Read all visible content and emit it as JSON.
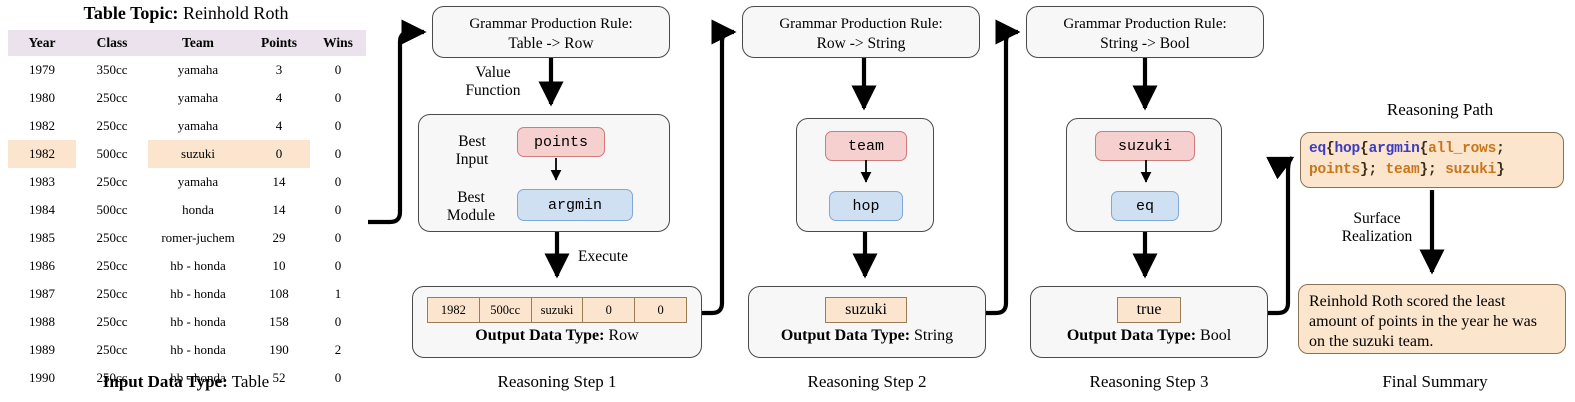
{
  "table_panel": {
    "topic_label": "Table Topic:",
    "topic_value": "Reinhold Roth",
    "columns": [
      "Year",
      "Class",
      "Team",
      "Points",
      "Wins"
    ],
    "rows": [
      {
        "year": "1979",
        "class": "350cc",
        "team": "yamaha",
        "points": "3",
        "wins": "0",
        "highlight": false
      },
      {
        "year": "1980",
        "class": "250cc",
        "team": "yamaha",
        "points": "4",
        "wins": "0",
        "highlight": false
      },
      {
        "year": "1982",
        "class": "250cc",
        "team": "yamaha",
        "points": "4",
        "wins": "0",
        "highlight": false
      },
      {
        "year": "1982",
        "class": "500cc",
        "team": "suzuki",
        "points": "0",
        "wins": "0",
        "highlight": true
      },
      {
        "year": "1983",
        "class": "250cc",
        "team": "yamaha",
        "points": "14",
        "wins": "0",
        "highlight": false
      },
      {
        "year": "1984",
        "class": "500cc",
        "team": "honda",
        "points": "14",
        "wins": "0",
        "highlight": false
      },
      {
        "year": "1985",
        "class": "250cc",
        "team": "romer-juchem",
        "points": "29",
        "wins": "0",
        "highlight": false
      },
      {
        "year": "1986",
        "class": "250cc",
        "team": "hb - honda",
        "points": "10",
        "wins": "0",
        "highlight": false
      },
      {
        "year": "1987",
        "class": "250cc",
        "team": "hb - honda",
        "points": "108",
        "wins": "1",
        "highlight": false
      },
      {
        "year": "1988",
        "class": "250cc",
        "team": "hb - honda",
        "points": "158",
        "wins": "0",
        "highlight": false
      },
      {
        "year": "1989",
        "class": "250cc",
        "team": "hb - honda",
        "points": "190",
        "wins": "2",
        "highlight": false
      },
      {
        "year": "1990",
        "class": "250cc",
        "team": "hb - honda",
        "points": "52",
        "wins": "0",
        "highlight": false
      }
    ],
    "input_type_label": "Input Data Type:",
    "input_type_value": "Table"
  },
  "step1": {
    "rule_title": "Grammar Production Rule:",
    "rule_body": "Table -> Row",
    "edge_label_1": "Value",
    "edge_label_2": "Function",
    "best_input_label_1": "Best",
    "best_input_label_2": "Input",
    "best_input_value": "points",
    "best_module_label_1": "Best",
    "best_module_label_2": "Module",
    "best_module_value": "argmin",
    "execute_label": "Execute",
    "output_cells": [
      "1982",
      "500cc",
      "suzuki",
      "0",
      "0"
    ],
    "output_type_label": "Output Data Type:",
    "output_type_value": "Row",
    "caption": "Reasoning Step 1"
  },
  "step2": {
    "rule_title": "Grammar Production Rule:",
    "rule_body": "Row -> String",
    "best_input_value": "team",
    "best_module_value": "hop",
    "output_value": "suzuki",
    "output_type_label": "Output Data Type:",
    "output_type_value": "String",
    "caption": "Reasoning Step 2"
  },
  "step3": {
    "rule_title": "Grammar Production Rule:",
    "rule_body": "String -> Bool",
    "best_input_value": "suzuki",
    "best_module_value": "eq",
    "output_value": "true",
    "output_type_label": "Output Data Type:",
    "output_type_value": "Bool",
    "caption": "Reasoning Step 3"
  },
  "final": {
    "path_title": "Reasoning Path",
    "path_tokens": [
      {
        "t": "eq",
        "c": "fn"
      },
      {
        "t": "{",
        "c": "pn"
      },
      {
        "t": "hop",
        "c": "fn"
      },
      {
        "t": "{",
        "c": "pn"
      },
      {
        "t": "argmin",
        "c": "fn"
      },
      {
        "t": "{",
        "c": "pn"
      },
      {
        "t": "all_rows",
        "c": "arg"
      },
      {
        "t": ";",
        "c": "pn"
      },
      {
        "t": " points",
        "c": "arg"
      },
      {
        "t": "};",
        "c": "pn"
      },
      {
        "t": " team",
        "c": "arg"
      },
      {
        "t": "};",
        "c": "pn"
      },
      {
        "t": " suzuki",
        "c": "arg"
      },
      {
        "t": "}",
        "c": "pn"
      }
    ],
    "path_line1": "eq{hop{argmin{all_rows;",
    "path_line2": "points}; team}; suzuki}",
    "surface_label_1": "Surface",
    "surface_label_2": "Realization",
    "summary_text": "Reinhold Roth scored the least amount of points in the year he was on the suzuki team.",
    "caption": "Final Summary"
  },
  "colors": {
    "table_header_bg": "#ece2ee",
    "highlight_peach": "#fce5cf",
    "card_bg": "#f7f7f7",
    "card_border": "#4a4a4a",
    "chip_pink_bg": "#f6cfcf",
    "chip_pink_border": "#cd7b7b",
    "chip_blue_bg": "#cfe0f3",
    "chip_blue_border": "#7fa8d4",
    "path_fn": "#3b3bc4",
    "path_arg": "#c8761c"
  }
}
